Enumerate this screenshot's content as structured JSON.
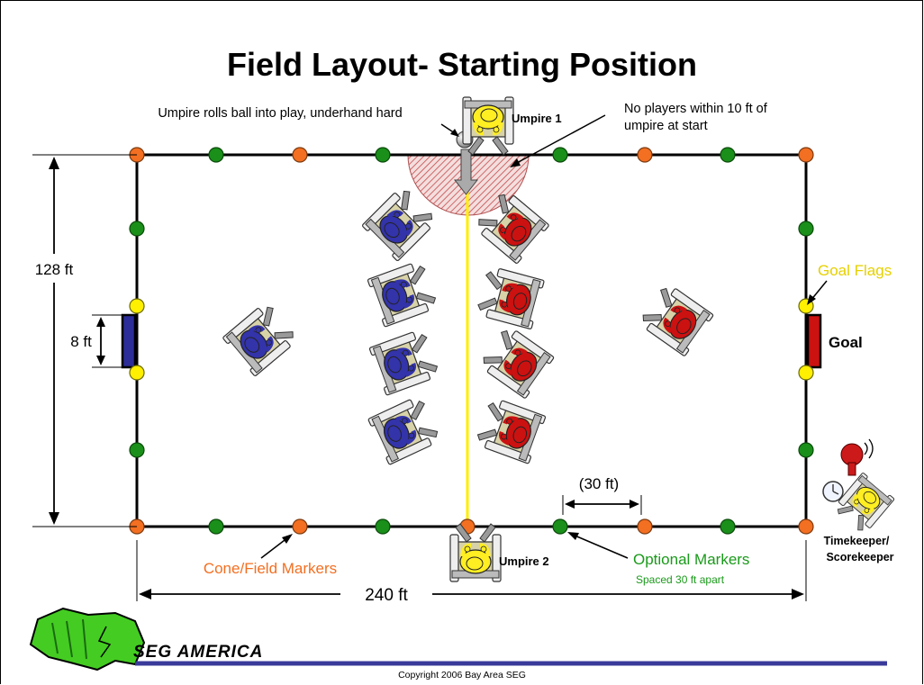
{
  "slide": {
    "title": "Field Layout- Starting Position",
    "copyright": "Copyright 2006 Bay Area SEG",
    "logo_text": "SEG AMERICA"
  },
  "labels": {
    "umpire_rolls": "Umpire rolls ball into play, underhand hard",
    "no_players_line1": "No players within 10 ft of",
    "no_players_line2": "umpire at start",
    "umpire1": "Umpire 1",
    "umpire2": "Umpire 2",
    "height": "128 ft",
    "goal_width": "8 ft",
    "goal_flags": "Goal Flags",
    "goal": "Goal",
    "spacing": "(30 ft)",
    "timekeeper_line1": "Timekeeper/",
    "timekeeper_line2": "Scorekeeper",
    "cone_markers": "Cone/Field Markers",
    "optional_markers": "Optional Markers",
    "optional_sub": "Spaced 30 ft apart",
    "width": "240 ft"
  },
  "colors": {
    "cone": "#f36f21",
    "optional": "#1a8f1a",
    "flag": "#ffef00",
    "blue_team": "#3333aa",
    "red_team": "#cc1111",
    "umpire": "#ffee22",
    "center_line": "#ffee00",
    "zone": "#d9a0a0",
    "label_orange": "#f36f21",
    "label_green": "#1a9a1a",
    "label_yellow": "#e6d000",
    "logo_green": "#44cc22",
    "rule_blue": "#3a3a9a"
  },
  "icons": {
    "ball": "ball-icon",
    "bell": "bell-icon",
    "clock": "clock-icon",
    "player": "wheelchair-player-icon"
  }
}
